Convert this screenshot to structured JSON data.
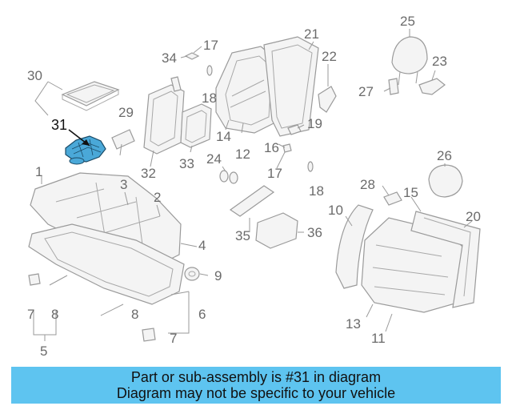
{
  "highlight_color": "#4aa8d8",
  "banner_color": "#5ec4f0",
  "callouts": {
    "c1": "1",
    "c2": "2",
    "c3": "3",
    "c4": "4",
    "c5": "5",
    "c6": "6",
    "c7a": "7",
    "c7b": "7",
    "c8a": "8",
    "c8b": "8",
    "c9": "9",
    "c10": "10",
    "c11": "11",
    "c12": "12",
    "c13": "13",
    "c14": "14",
    "c15": "15",
    "c16": "16",
    "c17a": "17",
    "c17b": "17",
    "c18a": "18",
    "c18b": "18",
    "c19": "19",
    "c20": "20",
    "c21": "21",
    "c22": "22",
    "c23": "23",
    "c24": "24",
    "c25": "25",
    "c26": "26",
    "c27": "27",
    "c28": "28",
    "c29": "29",
    "c30": "30",
    "c31": "31",
    "c32": "32",
    "c33": "33",
    "c34": "34",
    "c35": "35",
    "c36": "36"
  },
  "banner": {
    "line1": "Part or sub-assembly is #31 in diagram",
    "line2": "Diagram may not be specific to your vehicle"
  }
}
